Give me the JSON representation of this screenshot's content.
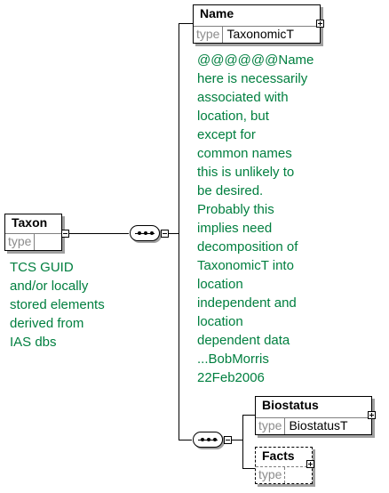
{
  "taxon": {
    "title": "Taxon",
    "type_key": "type",
    "type_value": "",
    "doc": "TCS GUID\nand/or locally\nstored elements\nderived from\nIAS dbs"
  },
  "name": {
    "title": "Name",
    "type_key": "type",
    "type_value": "TaxonomicT",
    "doc": "@@@@@@Name\nhere is necessarily\nassociated with\nlocation, but\nexcept for\ncommon names\nthis is unlikely to\nbe desired.\nProbably this\nimplies need\ndecomposition of\nTaxonomicT into\nlocation\nindependent and\nlocation\ndependent data\n...BobMorris\n22Feb2006"
  },
  "biostatus": {
    "title": "Biostatus",
    "type_key": "type",
    "type_value": "BiostatusT"
  },
  "facts": {
    "title": "Facts",
    "type_key": "type",
    "type_value": ""
  },
  "colors": {
    "documentation": "#007f3f",
    "type_key": "#8c8c8c",
    "shadow": "#a0a0a0"
  }
}
